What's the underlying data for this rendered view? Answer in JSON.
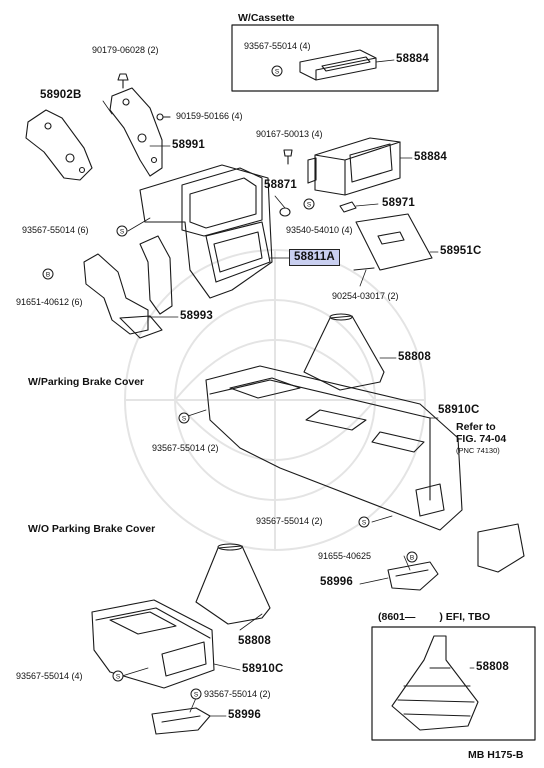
{
  "sections": {
    "w_cassette": "W/Cassette",
    "w_parking_brake_cover": "W/Parking Brake Cover",
    "wo_parking_brake_cover": "W/O Parking Brake Cover",
    "efi_tbo_prefix": "(8601—",
    "efi_tbo_suffix": ") EFI, TBO"
  },
  "refer": {
    "line1": "Refer to",
    "line2": "FIG. 74-04",
    "line3": "(PNC 74130)"
  },
  "footer": "MB  H175-B",
  "callouts": {
    "c93567_55014_4_top": "93567-55014 (4)",
    "c58884_top": "58884",
    "c90179_06028_2": "90179-06028 (2)",
    "c58902b": "58902B",
    "c90159_50166_4": "90159-50166 (4)",
    "c58991": "58991",
    "c90167_50013_4": "90167-50013 (4)",
    "c58884_mid": "58884",
    "c58871": "58871",
    "c58971": "58971",
    "c93567_55014_6": "93567-55014 (6)",
    "c93540_54010_4": "93540-54010 (4)",
    "c58811a": "58811A",
    "c58951c": "58951C",
    "c91651_40612_6": "91651-40612 (6)",
    "c90254_03017_2": "90254-03017 (2)",
    "c58993": "58993",
    "c58808_mid": "58808",
    "c58910c_mid": "58910C",
    "c93567_55014_2_mid": "93567-55014 (2)",
    "c93567_55014_2_low": "93567-55014 (2)",
    "c91655_40625": "91655-40625",
    "c58996_mid": "58996",
    "c58808_low": "58808",
    "c93567_55014_4_low": "93567-55014 (4)",
    "c58910c_low": "58910C",
    "c93567_55014_2_bot": "93567-55014 (2)",
    "c58996_bot": "58996",
    "c58808_box": "58808"
  },
  "highlight_color": "#c9cff0"
}
